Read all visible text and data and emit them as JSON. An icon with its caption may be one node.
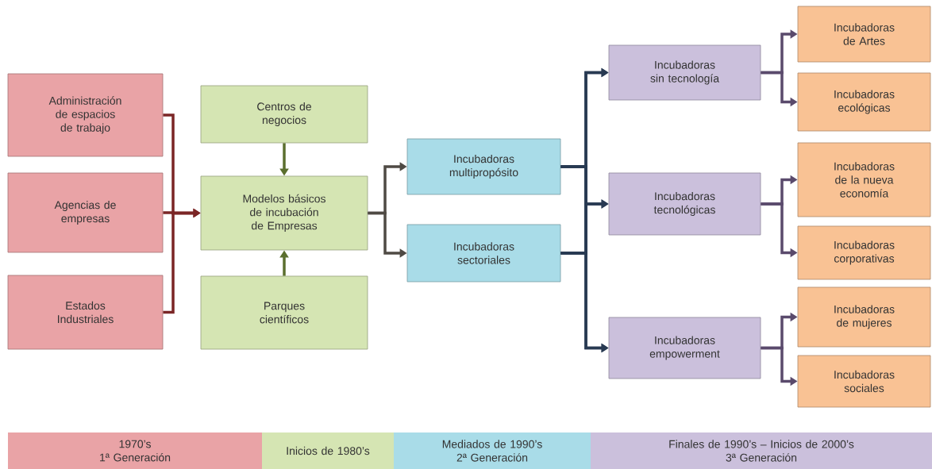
{
  "diagram": {
    "nodes": [
      {
        "text": [
          "Administración de espacios de trabajo"
        ]
      },
      {
        "text": [
          "Agencias de empresas"
        ]
      },
      {
        "text": [
          "Estados Industriales"
        ]
      },
      {
        "text": [
          "Centros de negocios"
        ]
      },
      {
        "text": [
          "Modelos básicos de incubación de Empresas"
        ]
      },
      {
        "text": [
          "Parques científicos"
        ]
      },
      {
        "text": [
          "Incubadoras multipropósito"
        ]
      },
      {
        "text": [
          "Incubadoras sectoriales"
        ]
      },
      {
        "text": [
          "Incubadoras sin tecnología"
        ]
      },
      {
        "text": [
          "Incubadoras tecnológicas"
        ]
      },
      {
        "text": [
          "Incubadoras empowerment"
        ]
      },
      {
        "text": [
          "Incubadoras de Artes"
        ]
      },
      {
        "text": [
          "Incubadoras ecológicas"
        ]
      },
      {
        "text": [
          "Incubadoras de la nueva economía"
        ]
      },
      {
        "text": [
          "Incubadoras corporativas"
        ]
      },
      {
        "text": [
          "Incubadoras de mujeres"
        ]
      },
      {
        "text": [
          "Incubadoras sociales"
        ]
      },
      {
        "text": [
          "1970’s",
          "1ª Generación"
        ]
      },
      {
        "text": [
          "Inicios de 1980’s"
        ]
      },
      {
        "text": [
          "Mediados de 1990’s",
          "2ª Generación"
        ]
      },
      {
        "text": [
          "Finales de 1990’s – Inicios de 2000’s",
          "3ª Generación"
        ]
      }
    ],
    "edges": [
      {
        "from": 0,
        "to": 4,
        "arrow": "to",
        "color": "#7b2626"
      },
      {
        "from": 1,
        "to": 4,
        "arrow": "to",
        "color": "#7b2626"
      },
      {
        "from": 2,
        "to": 4,
        "arrow": "to",
        "color": "#7b2626"
      },
      {
        "from": 3,
        "to": 4,
        "arrow": "to",
        "color": "#5b6f2e"
      },
      {
        "from": 5,
        "to": 4,
        "arrow": "to",
        "color": "#5b6f2e"
      },
      {
        "from": 4,
        "to": 6,
        "arrow": "to",
        "color": "#4f4a44"
      },
      {
        "from": 4,
        "to": 7,
        "arrow": "to",
        "color": "#4f4a44"
      },
      {
        "from": 6,
        "to": 8,
        "arrow": "to",
        "color": "#283a52"
      },
      {
        "from": 6,
        "to": 9,
        "arrow": "to",
        "color": "#283a52"
      },
      {
        "from": 6,
        "to": 10,
        "arrow": "to",
        "color": "#283a52"
      },
      {
        "from": 7,
        "to": 8,
        "arrow": "to",
        "color": "#283a52"
      },
      {
        "from": 7,
        "to": 9,
        "arrow": "to",
        "color": "#283a52"
      },
      {
        "from": 7,
        "to": 10,
        "arrow": "to",
        "color": "#283a52"
      },
      {
        "from": 8,
        "to": 11,
        "arrow": "to",
        "color": "#5a4a6c"
      },
      {
        "from": 8,
        "to": 12,
        "arrow": "to",
        "color": "#5a4a6c"
      },
      {
        "from": 9,
        "to": 13,
        "arrow": "to",
        "color": "#5a4a6c"
      },
      {
        "from": 9,
        "to": 14,
        "arrow": "to",
        "color": "#5a4a6c"
      },
      {
        "from": 10,
        "to": 15,
        "arrow": "to",
        "color": "#5a4a6c"
      },
      {
        "from": 10,
        "to": 16,
        "arrow": "to",
        "color": "#5a4a6c"
      }
    ]
  }
}
